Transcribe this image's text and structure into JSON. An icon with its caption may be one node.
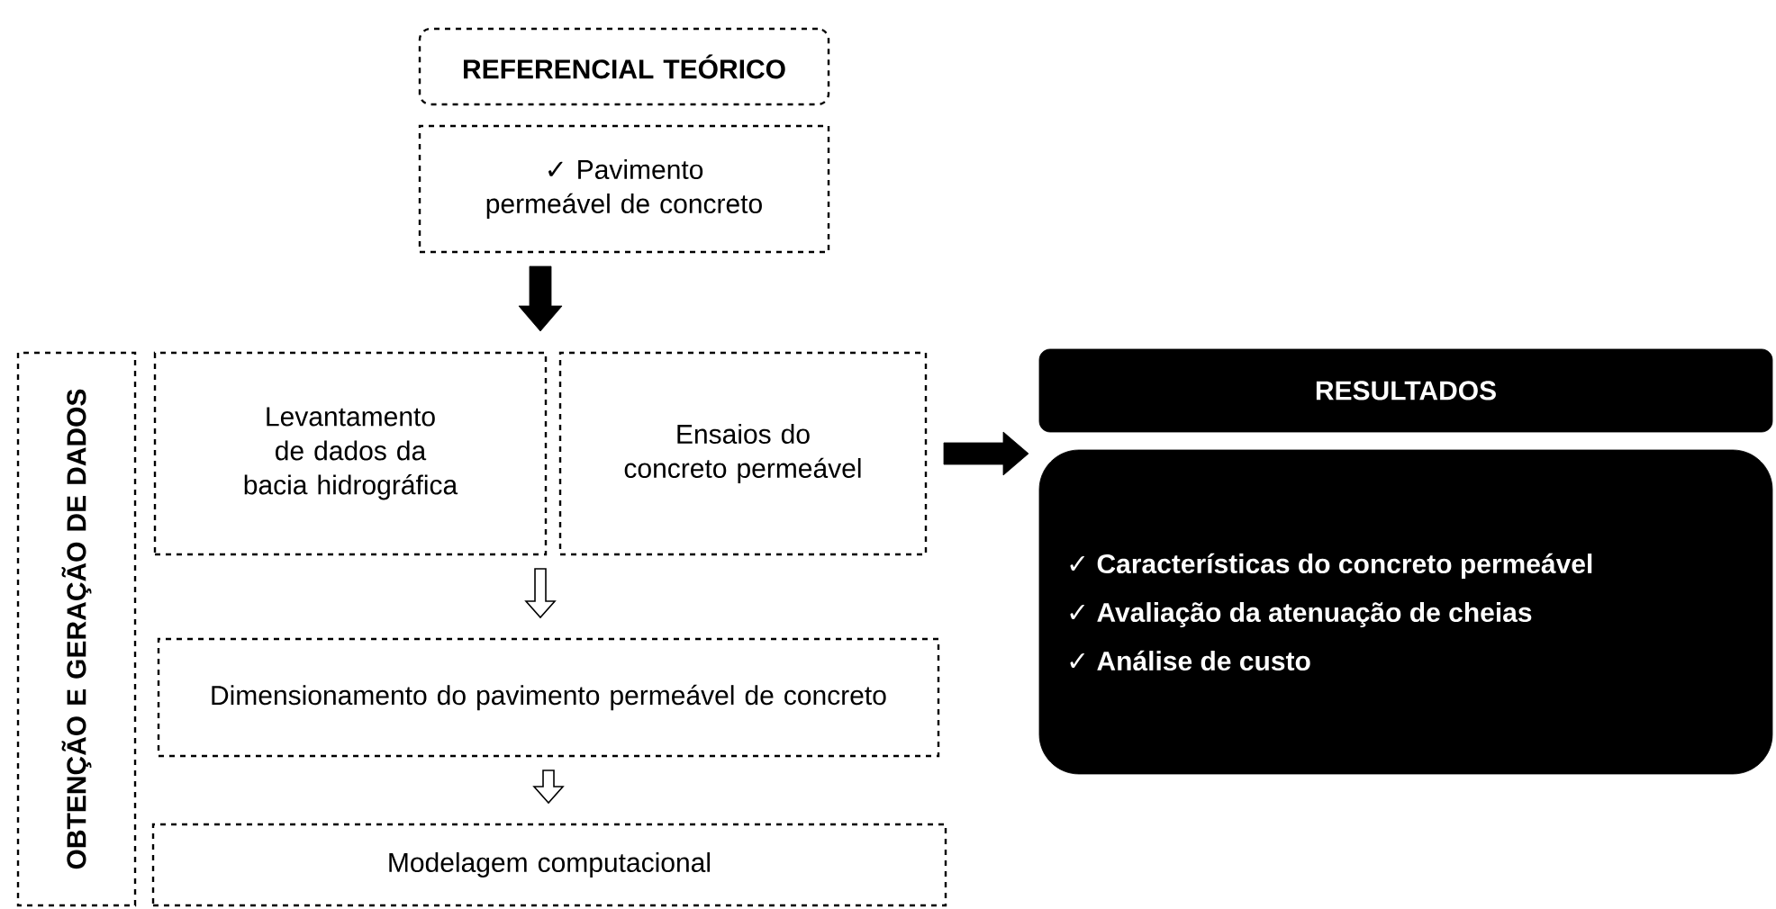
{
  "diagram": {
    "nodes": [
      {
        "text": [
          "REFERENCIAL TEÓRICO"
        ]
      },
      {
        "text": [
          "✓ Pavimento permeável de concreto"
        ]
      },
      {
        "text": [
          "OBTENÇÃO E GERAÇÃO DE DADOS"
        ]
      },
      {
        "text": [
          "Levantamento de dados da bacia hidrográfica"
        ]
      },
      {
        "text": [
          "Ensaios do concreto permeável"
        ]
      },
      {
        "text": [
          "Dimensionamento do pavimento permeável de concreto"
        ]
      },
      {
        "text": [
          "Modelagem computacional"
        ]
      },
      {
        "text": [
          "RESULTADOS"
        ]
      },
      {
        "text": [
          "✓ Características do concreto permeável",
          "✓ Avaliação da atenuação de cheias",
          "✓ Análise de custo"
        ]
      }
    ],
    "edges": [
      {
        "from": 1,
        "to": 3,
        "arrow": "to",
        "style": "thick"
      },
      {
        "from": 1,
        "to": 4,
        "arrow": "to",
        "style": "thick"
      },
      {
        "from": 3,
        "to": 5,
        "arrow": "to"
      },
      {
        "from": 4,
        "to": 5,
        "arrow": "to"
      },
      {
        "from": 5,
        "to": 6,
        "arrow": "to"
      },
      {
        "from": 4,
        "to": 8,
        "arrow": "to",
        "style": "thick"
      }
    ]
  }
}
